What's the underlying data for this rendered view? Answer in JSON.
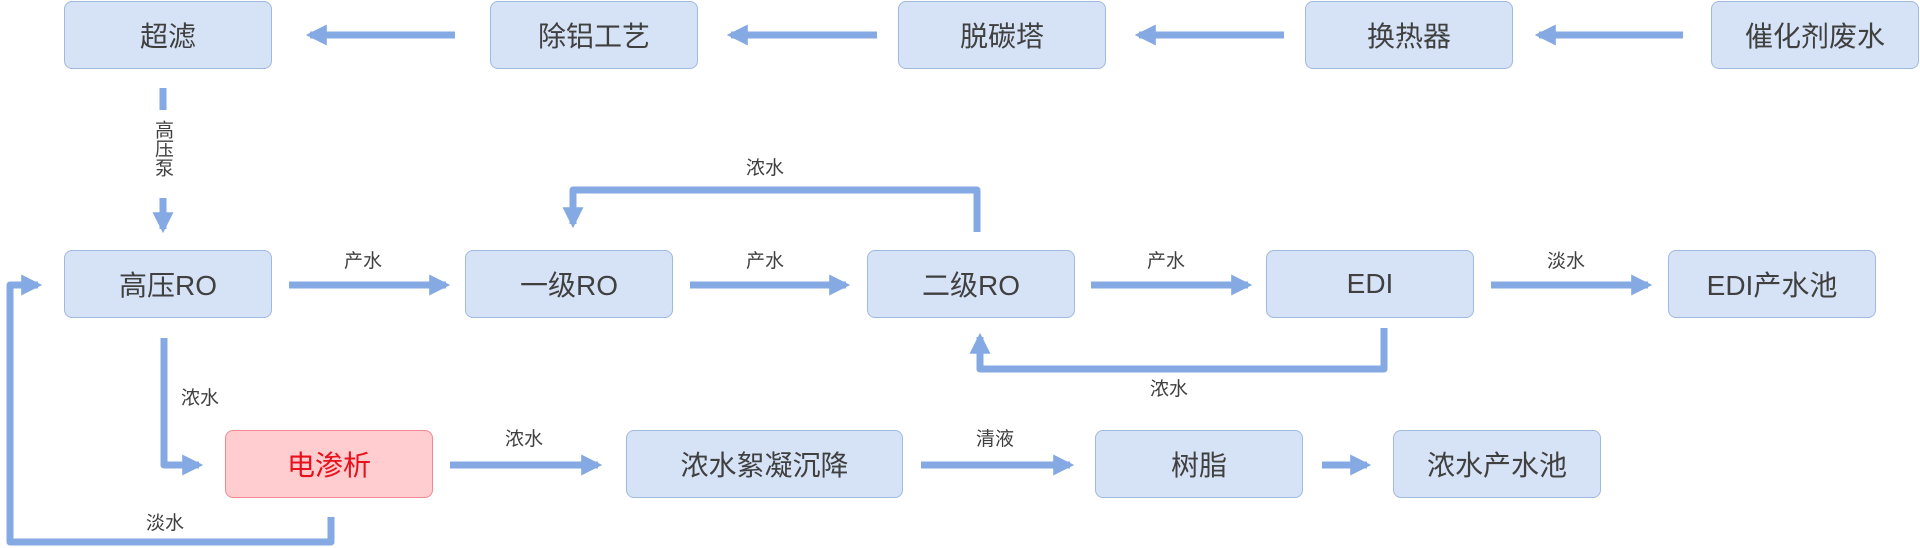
{
  "colors": {
    "node_fill": "#d6e2f5",
    "node_border": "#9fb9e0",
    "arrow": "#85a9e3",
    "highlight_fill": "#ffcccf",
    "highlight_text": "#e8111b",
    "text": "#404040"
  },
  "nodes": {
    "waste_water": "催化剂废水",
    "heat_exchanger": "换热器",
    "decarb_tower": "脱碳塔",
    "al_removal": "除铝工艺",
    "ultrafiltration": "超滤",
    "hp_ro": "高压RO",
    "ro1": "一级RO",
    "ro2": "二级RO",
    "edi": "EDI",
    "edi_pool": "EDI产水池",
    "electrodialysis": "电渗析",
    "flocculation": "浓水絮凝沉降",
    "resin": "树脂",
    "conc_pool": "浓水产水池"
  },
  "labels": {
    "high_pressure_pump": "高压泵",
    "product_water_1": "产水",
    "product_water_2": "产水",
    "product_water_3": "产水",
    "fresh_water_edi": "淡水",
    "concentrate_ro2_ro1": "浓水",
    "concentrate_edi_ro2": "浓水",
    "concentrate_hp": "浓水",
    "concentrate_ed": "浓水",
    "clear_liquid": "清液",
    "fresh_water_return": "淡水"
  }
}
